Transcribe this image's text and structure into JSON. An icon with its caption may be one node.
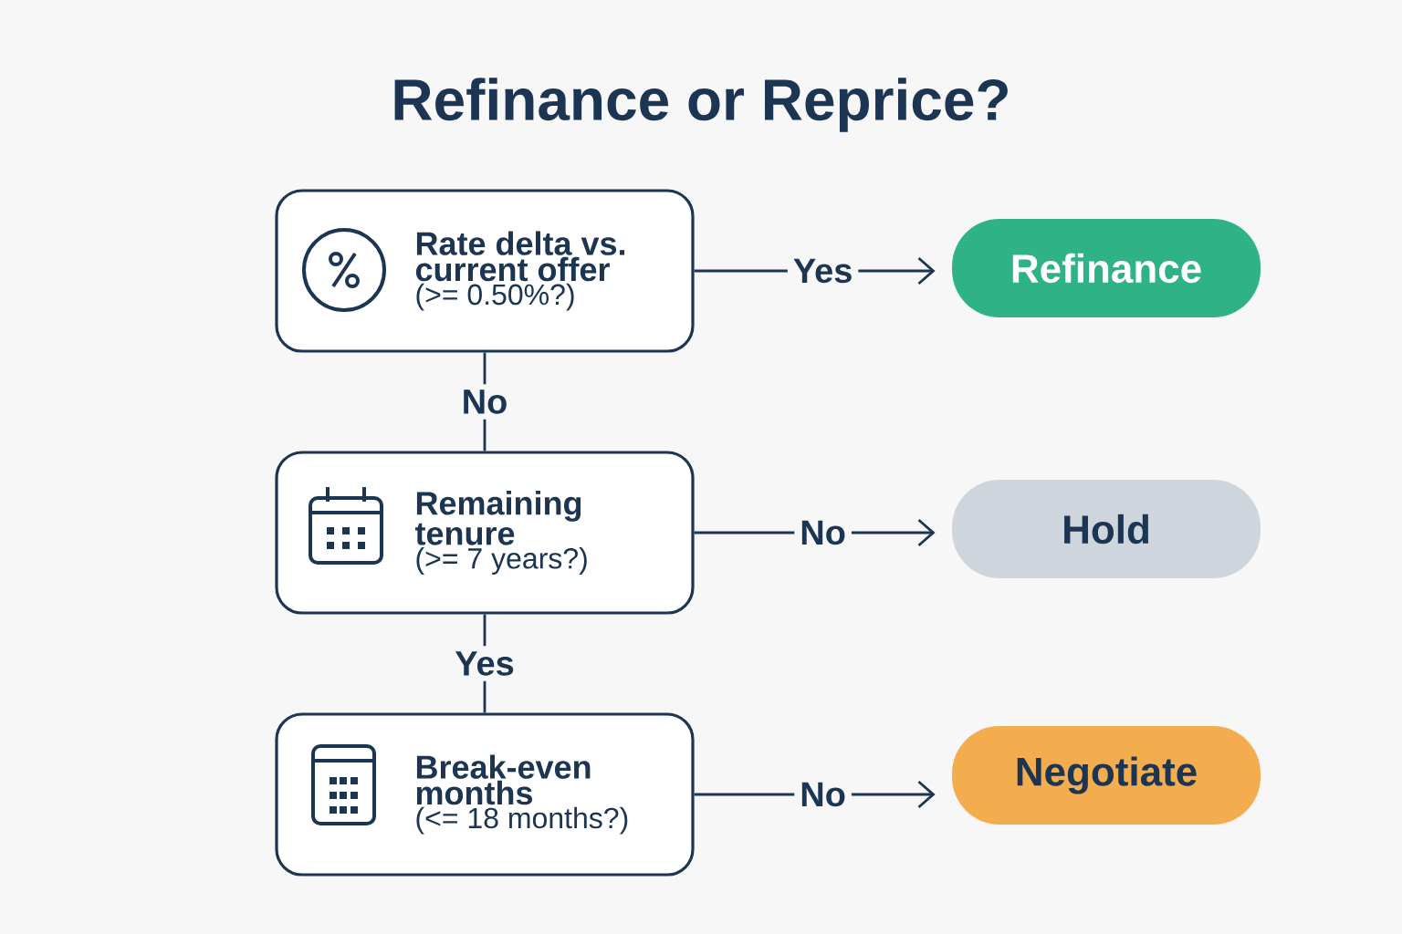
{
  "diagram": {
    "title": "Refinance or Reprice?",
    "nodes": [
      {
        "text": [
          "Rate delta vs. current offer",
          "(>= 0.50%?)"
        ]
      },
      {
        "text": [
          "Refinance"
        ]
      },
      {
        "text": [
          "Remaining tenure",
          "(>= 7 years?)"
        ]
      },
      {
        "text": [
          "Hold"
        ]
      },
      {
        "text": [
          "Break-even months",
          "(<= 18 months?)"
        ]
      },
      {
        "text": [
          "Negotiate"
        ]
      }
    ],
    "edges": [
      {
        "from": 0,
        "to": 1,
        "arrow": "to",
        "label": "Yes"
      },
      {
        "from": 0,
        "to": 2,
        "arrow": "none",
        "label": "No"
      },
      {
        "from": 2,
        "to": 3,
        "arrow": "to",
        "label": "No"
      },
      {
        "from": 2,
        "to": 4,
        "arrow": "none",
        "label": "Yes"
      },
      {
        "from": 4,
        "to": 5,
        "arrow": "to",
        "label": "No"
      }
    ]
  }
}
